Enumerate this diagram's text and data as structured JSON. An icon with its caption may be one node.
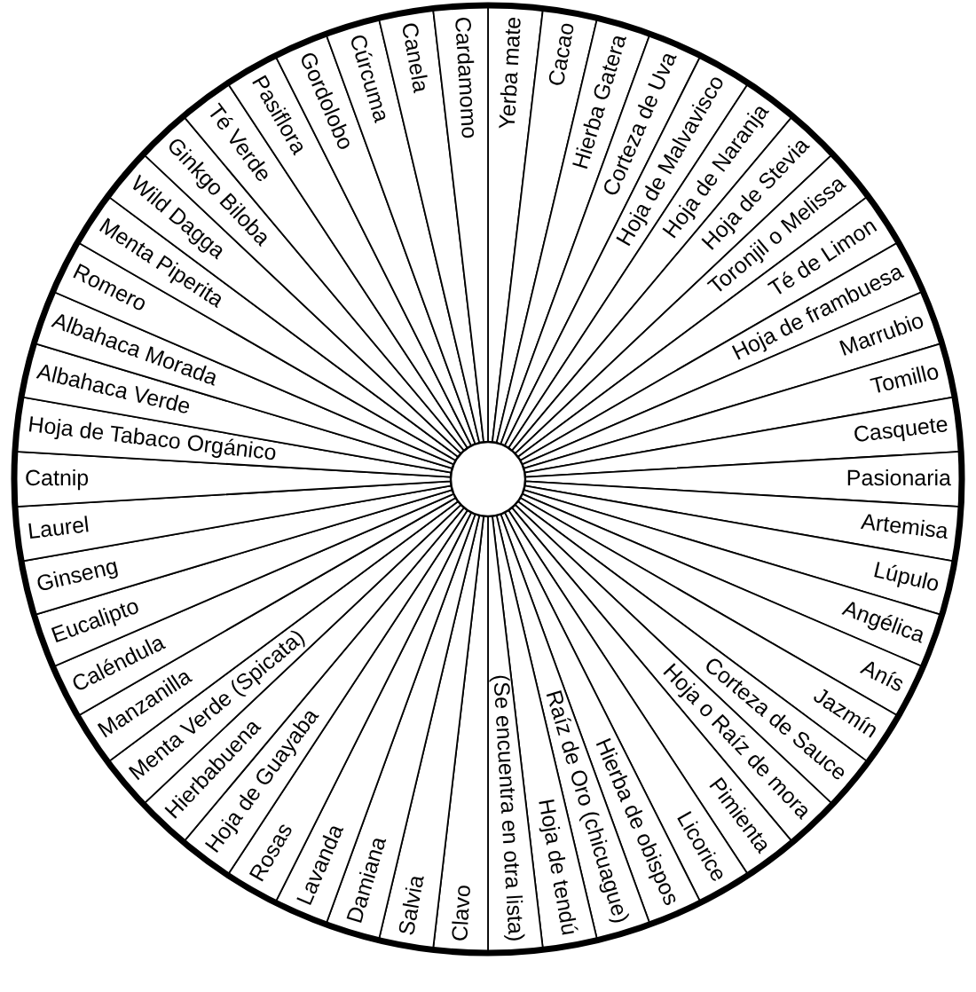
{
  "diagram": {
    "nodes": [
      {
        "text": [
          "Yerba mate"
        ]
      },
      {
        "text": [
          "Cacao"
        ]
      },
      {
        "text": [
          "Hierba Gatera"
        ]
      },
      {
        "text": [
          "Corteza de Uva"
        ]
      },
      {
        "text": [
          "Hoja de Malvavisco"
        ]
      },
      {
        "text": [
          "Hoja de Naranja"
        ]
      },
      {
        "text": [
          "Hoja de Stevia"
        ]
      },
      {
        "text": [
          "Toronjil o Melissa"
        ]
      },
      {
        "text": [
          "Té de Limon"
        ]
      },
      {
        "text": [
          "Hoja de frambuesa"
        ]
      },
      {
        "text": [
          "Marrubio"
        ]
      },
      {
        "text": [
          "Tomillo"
        ]
      },
      {
        "text": [
          "Casquete"
        ]
      },
      {
        "text": [
          "Pasionaria"
        ]
      },
      {
        "text": [
          "Artemisa"
        ]
      },
      {
        "text": [
          "Lúpulo"
        ]
      },
      {
        "text": [
          "Angélica"
        ]
      },
      {
        "text": [
          "Anís"
        ]
      },
      {
        "text": [
          "Jazmín"
        ]
      },
      {
        "text": [
          "Corteza de Sauce"
        ]
      },
      {
        "text": [
          "Hoja o Raíz de mora"
        ]
      },
      {
        "text": [
          "Pimienta"
        ]
      },
      {
        "text": [
          "Licorice"
        ]
      },
      {
        "text": [
          "Hierba de obispos"
        ]
      },
      {
        "text": [
          "Raíz de Oro (chicuague)"
        ]
      },
      {
        "text": [
          "Hoja de tendú"
        ]
      },
      {
        "text": [
          "(Se encuentra en otra lista)"
        ]
      },
      {
        "text": [
          "Clavo"
        ]
      },
      {
        "text": [
          "Salvia"
        ]
      },
      {
        "text": [
          "Damiana"
        ]
      },
      {
        "text": [
          "Lavanda"
        ]
      },
      {
        "text": [
          "Rosas"
        ]
      },
      {
        "text": [
          "Hoja de Guayaba"
        ]
      },
      {
        "text": [
          "Hierbabuena"
        ]
      },
      {
        "text": [
          "Menta Verde (Spicata)"
        ]
      },
      {
        "text": [
          "Manzanilla"
        ]
      },
      {
        "text": [
          "Caléndula"
        ]
      },
      {
        "text": [
          "Eucalipto"
        ]
      },
      {
        "text": [
          "Ginseng"
        ]
      },
      {
        "text": [
          "Laurel"
        ]
      },
      {
        "text": [
          "Catnip"
        ]
      },
      {
        "text": [
          "Hoja de Tabaco Orgánico"
        ]
      },
      {
        "text": [
          "Albahaca Verde"
        ]
      },
      {
        "text": [
          "Albahaca Morada"
        ]
      },
      {
        "text": [
          "Romero"
        ]
      },
      {
        "text": [
          "Menta Piperita"
        ]
      },
      {
        "text": [
          "Wild Dagga"
        ]
      },
      {
        "text": [
          "Ginkgo Biloba"
        ]
      },
      {
        "text": [
          "Té Verde"
        ]
      },
      {
        "text": [
          "Pasiflora"
        ]
      },
      {
        "text": [
          "Gordolobo"
        ]
      },
      {
        "text": [
          "Cúrcuma"
        ]
      },
      {
        "text": [
          "Canela"
        ]
      },
      {
        "text": [
          "Cardamomo"
        ]
      }
    ]
  }
}
